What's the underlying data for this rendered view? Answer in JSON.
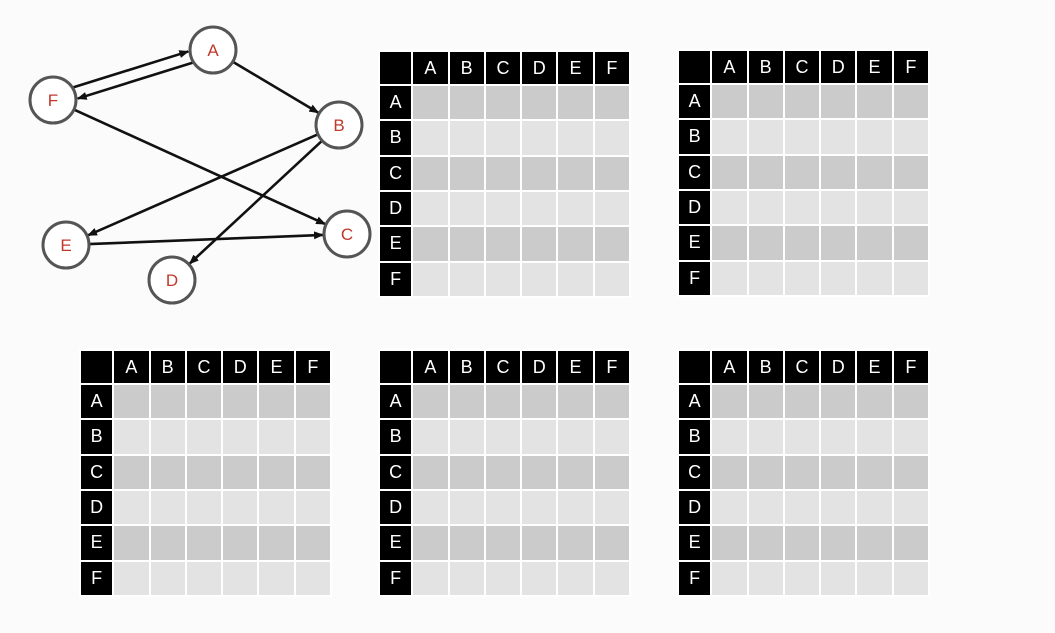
{
  "graph": {
    "nodes": [
      {
        "id": "A",
        "label": "A"
      },
      {
        "id": "B",
        "label": "B"
      },
      {
        "id": "C",
        "label": "C"
      },
      {
        "id": "D",
        "label": "D"
      },
      {
        "id": "E",
        "label": "E"
      },
      {
        "id": "F",
        "label": "F"
      }
    ],
    "edges": [
      {
        "from": "A",
        "to": "F"
      },
      {
        "from": "F",
        "to": "A"
      },
      {
        "from": "A",
        "to": "B"
      },
      {
        "from": "F",
        "to": "C"
      },
      {
        "from": "B",
        "to": "E"
      },
      {
        "from": "B",
        "to": "D"
      },
      {
        "from": "E",
        "to": "C"
      }
    ],
    "node_label_color": "#c0392b"
  },
  "matrix_labels": [
    "A",
    "B",
    "C",
    "D",
    "E",
    "F"
  ],
  "matrix_count": 5
}
